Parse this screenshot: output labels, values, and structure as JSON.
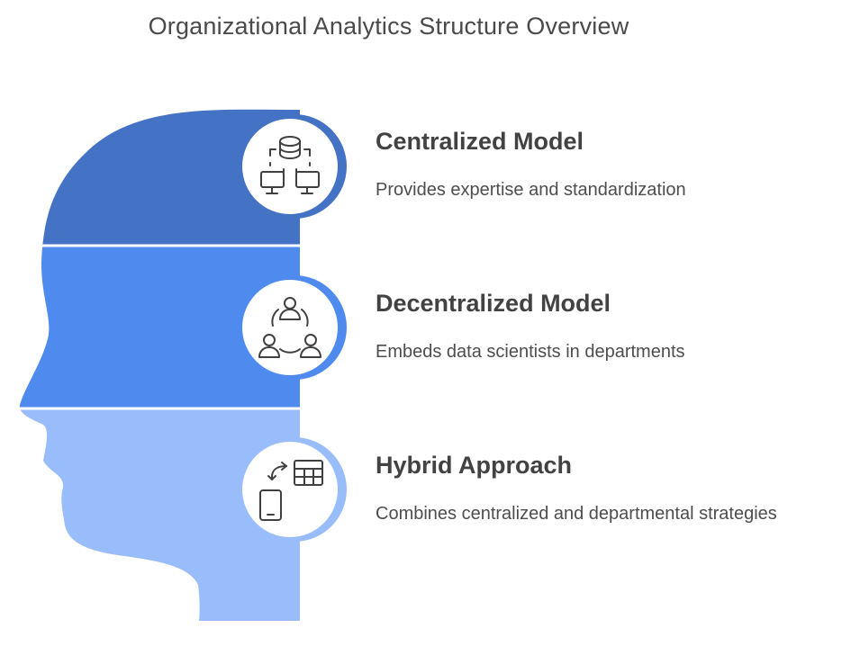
{
  "title": "Organizational Analytics Structure Overview",
  "colors": {
    "section_1": "#4472c4",
    "section_2": "#4f8bef",
    "section_3": "#99bdfb",
    "divider": "#ffffff",
    "icon_stroke": "#404040"
  },
  "items": [
    {
      "title": "Centralized Model",
      "description": "Provides expertise and standardization",
      "icon": "database-network-icon"
    },
    {
      "title": "Decentralized Model",
      "description": "Embeds data scientists in departments",
      "icon": "team-network-icon"
    },
    {
      "title": "Hybrid Approach",
      "description": "Combines centralized and departmental strategies",
      "icon": "mobile-table-sync-icon"
    }
  ]
}
